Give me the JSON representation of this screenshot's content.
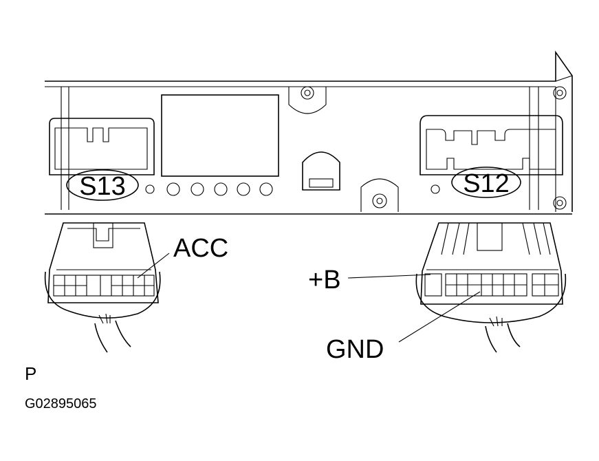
{
  "connectors": {
    "s13": {
      "label": "S13"
    },
    "s12": {
      "label": "S12"
    }
  },
  "callouts": {
    "acc": "ACC",
    "plus_b": "+B",
    "gnd": "GND"
  },
  "view_letter": "P",
  "figure_code": "G02895065"
}
